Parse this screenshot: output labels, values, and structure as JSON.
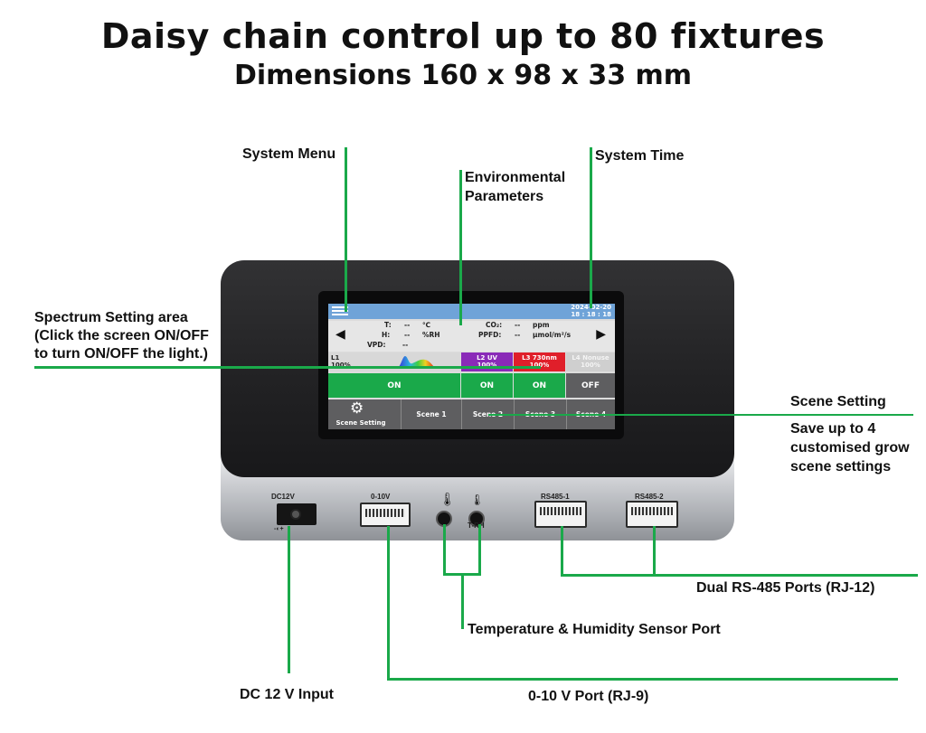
{
  "title": "Daisy chain control up to 80 fixtures",
  "subtitle": "Dimensions 160 x 98 x 33 mm",
  "callouts": {
    "system_menu": "System Menu",
    "env_line1": "Environmental",
    "env_line2": "Parameters",
    "system_time": "System Time",
    "spectrum_line1": "Spectrum Setting area",
    "spectrum_line2": "(Click the screen ON/OFF",
    "spectrum_line3": "to turn ON/OFF the light.)",
    "scene_setting": "Scene Setting",
    "scene_desc1": "Save up to 4",
    "scene_desc2": "customised grow",
    "scene_desc3": "scene settings",
    "rs485": "Dual RS-485 Ports (RJ-12)",
    "temp_humidity": "Temperature & Humidity Sensor Port",
    "dc_input": "DC 12 V Input",
    "port_0_10": "0-10 V Port (RJ-9)"
  },
  "screen": {
    "date": "2024-02-20",
    "time": "18 : 18 : 18",
    "temp_label": "T:",
    "temp_value": "--",
    "temp_unit": "℃",
    "hum_label": "H:",
    "hum_value": "--",
    "hum_unit": "%RH",
    "vpd_label": "VPD:",
    "vpd_value": "--",
    "co2_label": "CO₂:",
    "co2_value": "--",
    "co2_unit": "ppm",
    "ppfd_label": "PPFD:",
    "ppfd_value": "--",
    "ppfd_unit": "μmol/m²/s",
    "channels": [
      {
        "name": "L1",
        "value": "100%"
      },
      {
        "name": "L2  UV",
        "value": "100%"
      },
      {
        "name": "L3  730nm",
        "value": "100%"
      },
      {
        "name": "L4  Nonuse",
        "value": "100%"
      }
    ],
    "buttons": [
      "ON",
      "ON",
      "ON",
      "OFF"
    ],
    "scene_setting_label": "Scene Setting",
    "scenes": [
      "Scene 1",
      "Scene 2",
      "Scene 3",
      "Scene 4"
    ]
  },
  "ports": {
    "dc": "DC12V",
    "dc_polarity": "-◐+",
    "analog": "0-10V",
    "sensor": "T-RH",
    "rs485_1": "RS485-1",
    "rs485_2": "RS485-2"
  },
  "colors": {
    "callout_line": "#1aa94a",
    "on_green": "#1aa94a",
    "uv_purple": "#8a2ab8",
    "far_red": "#e01f2a",
    "status_bar": "#6fa3d8"
  }
}
